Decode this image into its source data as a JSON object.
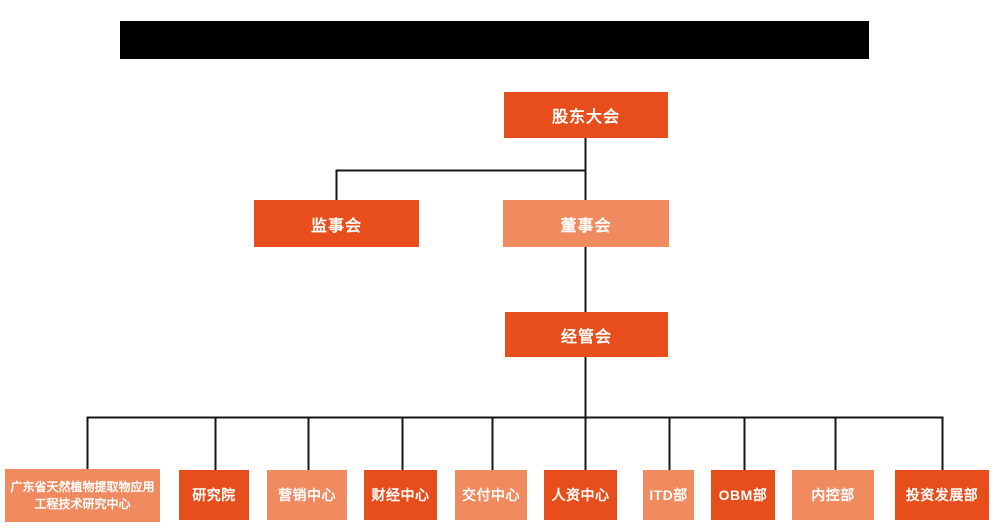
{
  "colors": {
    "primary": "#e84e1b",
    "secondary": "#f08a5f",
    "line": "#161616",
    "text": "#ffffff",
    "redacted_bar": "#000000"
  },
  "title_bar": {
    "redacted": true,
    "text": ""
  },
  "nodes": [
    {
      "id": "shareholders",
      "label": "股东大会",
      "variant": "primary"
    },
    {
      "id": "supervisory",
      "label": "监事会",
      "variant": "primary"
    },
    {
      "id": "board",
      "label": "董事会",
      "variant": "secondary"
    },
    {
      "id": "management",
      "label": "经管会",
      "variant": "primary"
    },
    {
      "id": "dept-research-center",
      "label": "广东省天然植物提取物应用工程技术研究中心",
      "variant": "secondary"
    },
    {
      "id": "dept-institute",
      "label": "研究院",
      "variant": "primary"
    },
    {
      "id": "dept-marketing",
      "label": "营销中心",
      "variant": "secondary"
    },
    {
      "id": "dept-finance",
      "label": "财经中心",
      "variant": "primary"
    },
    {
      "id": "dept-delivery",
      "label": "交付中心",
      "variant": "secondary"
    },
    {
      "id": "dept-hr",
      "label": "人资中心",
      "variant": "primary"
    },
    {
      "id": "dept-itd",
      "label": "ITD部",
      "variant": "secondary"
    },
    {
      "id": "dept-obm",
      "label": "OBM部",
      "variant": "primary"
    },
    {
      "id": "dept-internal-control",
      "label": "内控部",
      "variant": "secondary"
    },
    {
      "id": "dept-investment",
      "label": "投资发展部",
      "variant": "primary"
    }
  ],
  "edges": [
    {
      "from": "shareholders",
      "to": "supervisory"
    },
    {
      "from": "shareholders",
      "to": "board"
    },
    {
      "from": "board",
      "to": "management"
    },
    {
      "from": "management",
      "to": "dept-research-center"
    },
    {
      "from": "management",
      "to": "dept-institute"
    },
    {
      "from": "management",
      "to": "dept-marketing"
    },
    {
      "from": "management",
      "to": "dept-finance"
    },
    {
      "from": "management",
      "to": "dept-delivery"
    },
    {
      "from": "management",
      "to": "dept-hr"
    },
    {
      "from": "management",
      "to": "dept-itd"
    },
    {
      "from": "management",
      "to": "dept-obm"
    },
    {
      "from": "management",
      "to": "dept-internal-control"
    },
    {
      "from": "management",
      "to": "dept-investment"
    }
  ]
}
